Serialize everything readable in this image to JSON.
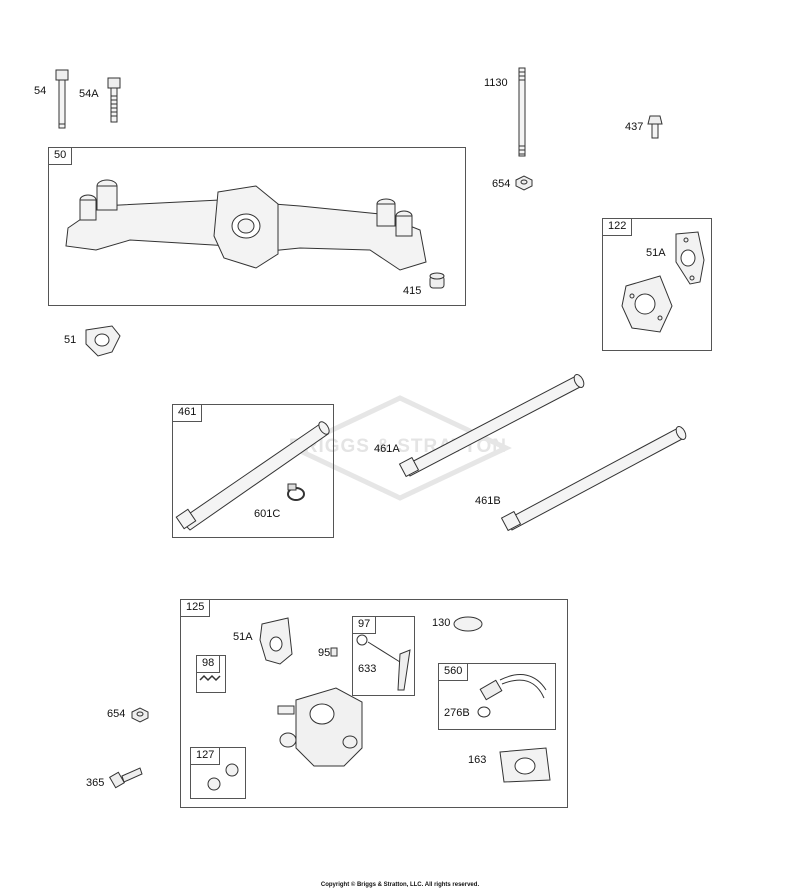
{
  "watermark": "BRIGGS & STRATTON",
  "copyright": "Copyright © Briggs & Stratton, LLC. All rights reserved.",
  "boxes": {
    "b50": "50",
    "b122": "122",
    "b461": "461",
    "b125": "125",
    "b97": "97",
    "b98": "98",
    "b560": "560",
    "b127": "127"
  },
  "labels": {
    "l54": "54",
    "l54a": "54A",
    "l1130": "1130",
    "l437": "437",
    "l654top": "654",
    "l415": "415",
    "l51a_top": "51A",
    "l51": "51",
    "l461a": "461A",
    "l461b": "461B",
    "l601c": "601C",
    "l51a_bot": "51A",
    "l95": "95",
    "l633": "633",
    "l130": "130",
    "l276b": "276B",
    "l654bot": "654",
    "l163": "163",
    "l365": "365"
  }
}
